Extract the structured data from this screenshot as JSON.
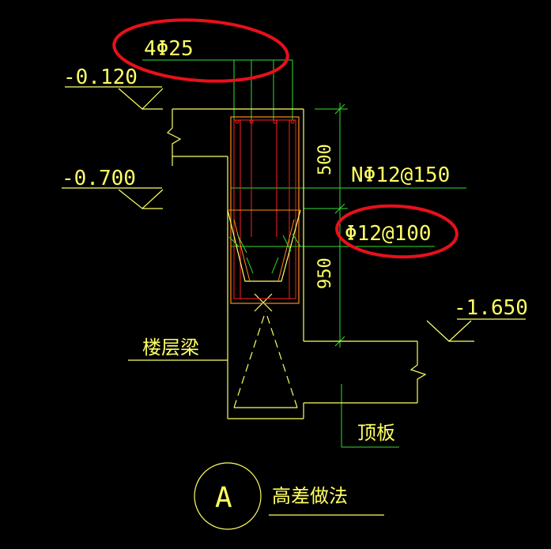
{
  "colors": {
    "background": "#000000",
    "concrete_line": "#ffff66",
    "rebar_outline": "#ff8c1a",
    "stirrup": "#ff2020",
    "leader_line": "#33dd33",
    "dimension_text": "#ffff66",
    "highlight_circle": "#e8101a"
  },
  "annotations": {
    "main_rebar": "4Φ25",
    "stirrup_upper": "NΦ12@150",
    "stirrup_lower": "Φ12@100",
    "elev_top": "-0.120",
    "elev_mid": "-0.700",
    "elev_bottom": "-1.650",
    "dim_upper": "500",
    "dim_lower": "950",
    "floor_beam": "楼层梁",
    "top_slab": "顶板",
    "detail_marker": "A",
    "detail_title": "高差做法"
  }
}
